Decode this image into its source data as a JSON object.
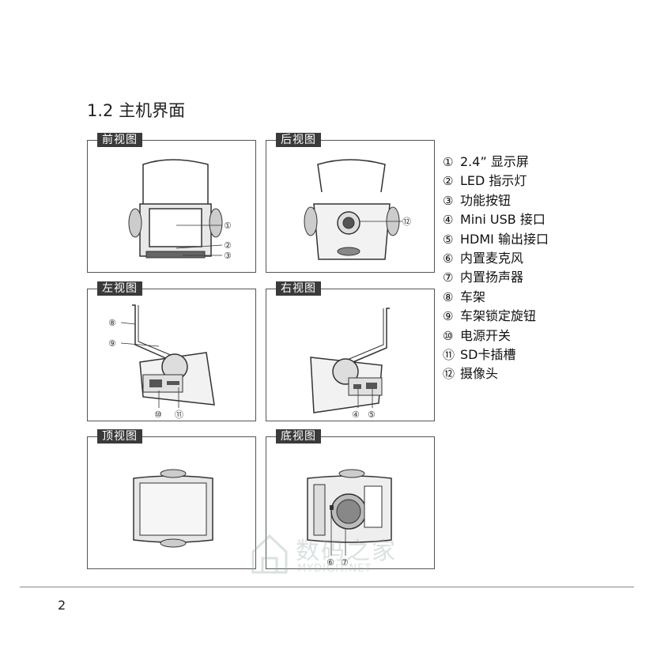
{
  "section_title": "1.2  主机界面",
  "panels": {
    "front": "前视图",
    "back": "后视图",
    "left": "左视图",
    "right": "右视图",
    "top": "顶视图",
    "bottom": "底视图"
  },
  "callouts": {
    "front": [
      "①",
      "②",
      "③"
    ],
    "back": [
      "⑫"
    ],
    "left": [
      "⑧",
      "⑨",
      "⑩",
      "⑪"
    ],
    "right": [
      "④",
      "⑤"
    ],
    "bottom": [
      "⑥",
      "⑦"
    ]
  },
  "legend": [
    {
      "num": "①",
      "text": "2.4” 显示屏"
    },
    {
      "num": "②",
      "text": "LED 指示灯"
    },
    {
      "num": "③",
      "text": "功能按钮"
    },
    {
      "num": "④",
      "text": "Mini USB 接口"
    },
    {
      "num": "⑤",
      "text": "HDMI 输出接口"
    },
    {
      "num": "⑥",
      "text": "内置麦克风"
    },
    {
      "num": "⑦",
      "text": "内置扬声器"
    },
    {
      "num": "⑧",
      "text": "车架"
    },
    {
      "num": "⑨",
      "text": "车架锁定旋钮"
    },
    {
      "num": "⑩",
      "text": "电源开关"
    },
    {
      "num": "⑪",
      "text": "SD卡插槽"
    },
    {
      "num": "⑫",
      "text": "摄像头"
    }
  ],
  "page_number": "2",
  "watermark": {
    "cn": "数码之家",
    "en": "MYDIGIT.NET"
  }
}
